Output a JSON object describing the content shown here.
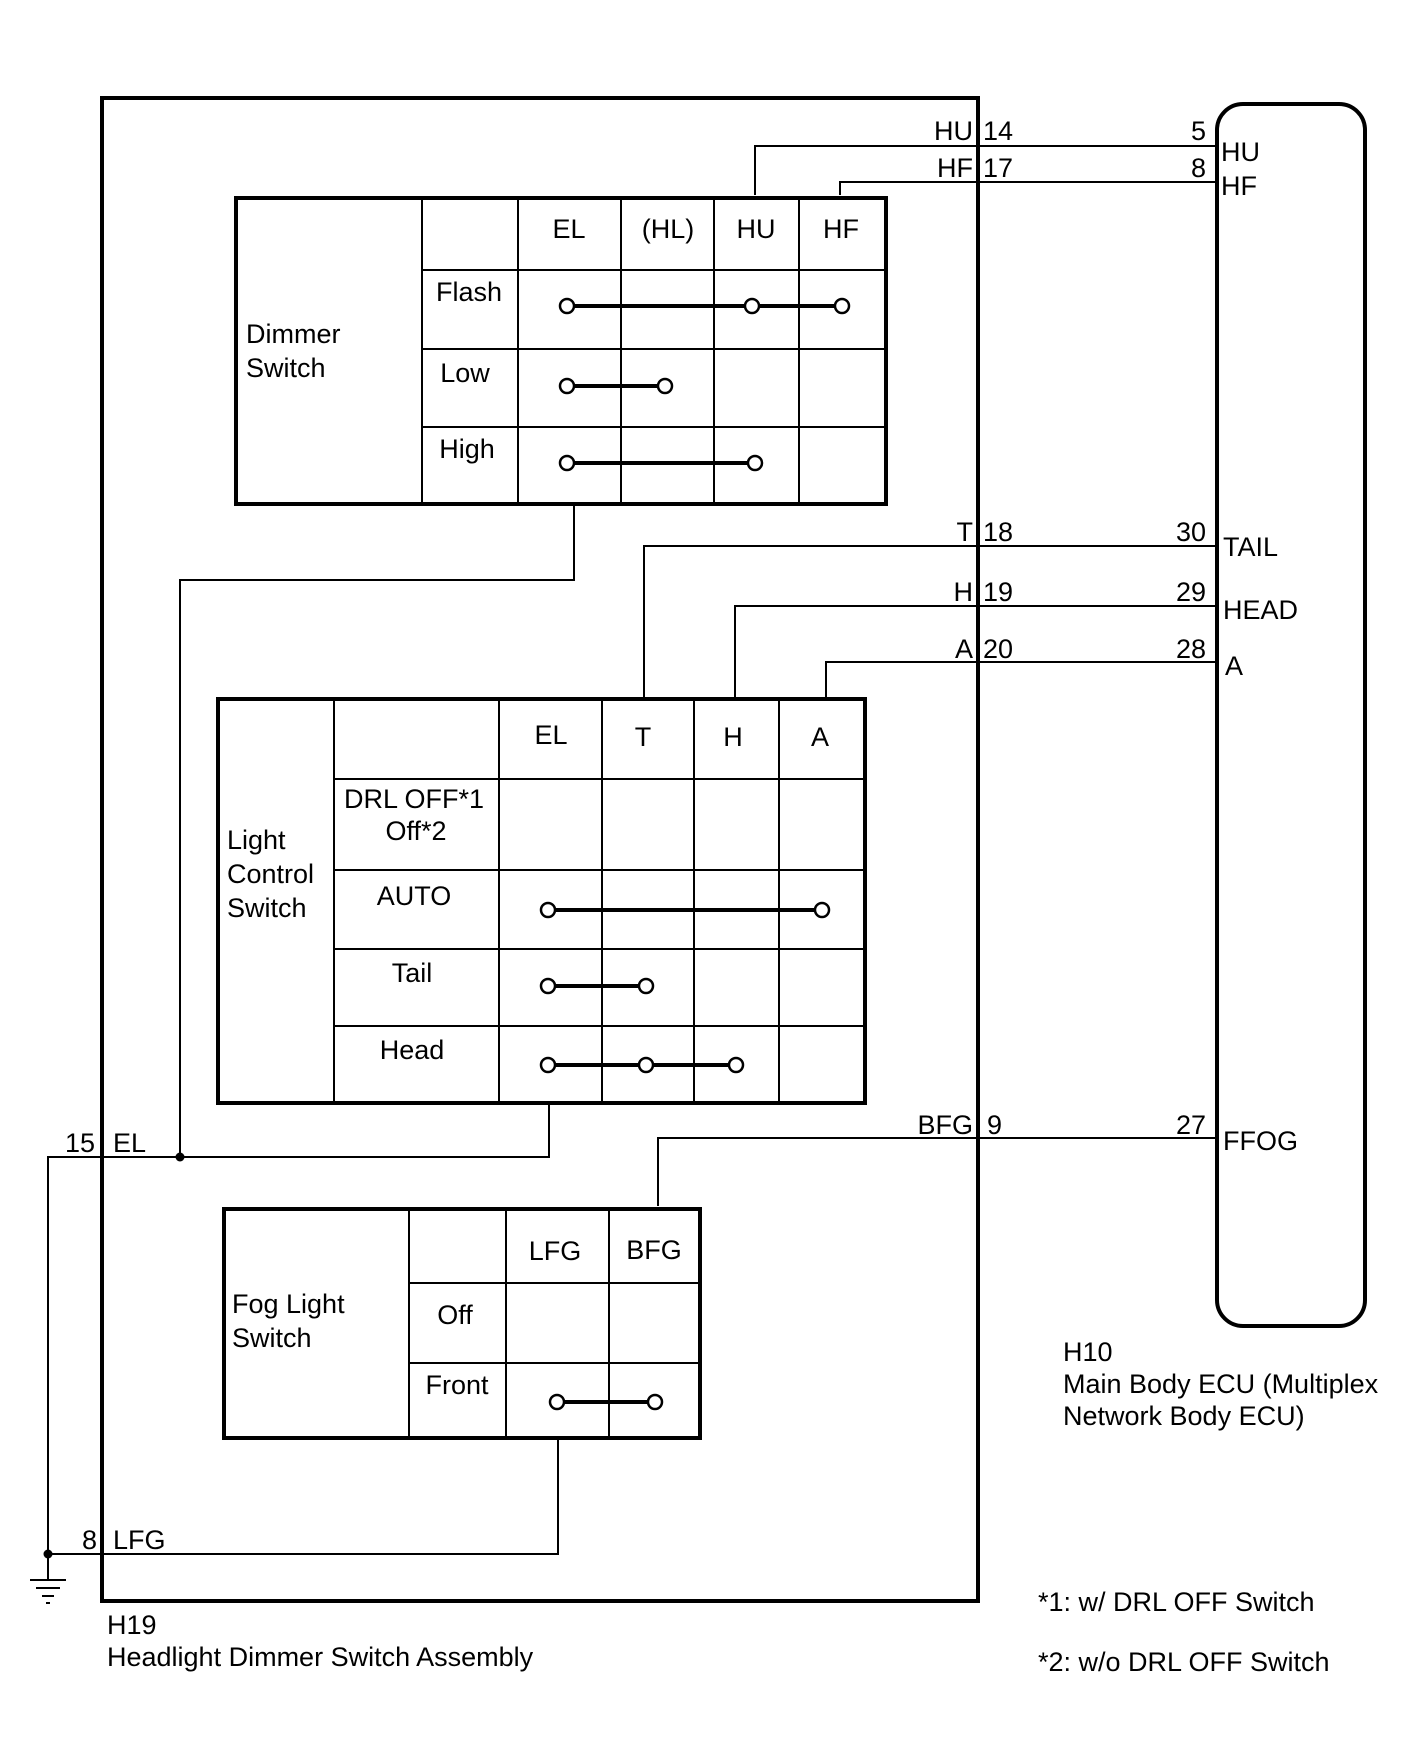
{
  "assembly": {
    "code": "H19",
    "name": "Headlight Dimmer Switch Assembly"
  },
  "ecu": {
    "code": "H10",
    "name_line1": "Main Body ECU (Multiplex",
    "name_line2": "Network Body ECU)"
  },
  "wires": [
    {
      "left_name": "HU",
      "left_pin": "14",
      "right_pin": "5",
      "right_name": "HU"
    },
    {
      "left_name": "HF",
      "left_pin": "17",
      "right_pin": "8",
      "right_name": "HF"
    },
    {
      "left_name": "T",
      "left_pin": "18",
      "right_pin": "30",
      "right_name": "TAIL"
    },
    {
      "left_name": "H",
      "left_pin": "19",
      "right_pin": "29",
      "right_name": "HEAD"
    },
    {
      "left_name": "A",
      "left_pin": "20",
      "right_pin": "28",
      "right_name": "A"
    },
    {
      "left_name": "BFG",
      "left_pin": "9",
      "right_pin": "27",
      "right_name": "FFOG"
    }
  ],
  "ground_pins": [
    {
      "pin": "15",
      "name": "EL"
    },
    {
      "pin": "8",
      "name": "LFG"
    }
  ],
  "dimmer_switch": {
    "label_line1": "Dimmer",
    "label_line2": "Switch",
    "columns": [
      "EL",
      "(HL)",
      "HU",
      "HF"
    ],
    "rows": [
      "Flash",
      "Low",
      "High"
    ]
  },
  "light_control_switch": {
    "label_line1": "Light",
    "label_line2": "Control",
    "label_line3": "Switch",
    "columns": [
      "EL",
      "T",
      "H",
      "A"
    ],
    "rows": [
      "DRL OFF*1",
      "AUTO",
      "Tail",
      "Head"
    ],
    "row1_second_line": "Off*2"
  },
  "fog_light_switch": {
    "label_line1": "Fog Light",
    "label_line2": "Switch",
    "columns": [
      "LFG",
      "BFG"
    ],
    "rows": [
      "Off",
      "Front"
    ]
  },
  "notes": [
    "*1: w/ DRL OFF Switch",
    "*2: w/o DRL OFF Switch"
  ]
}
